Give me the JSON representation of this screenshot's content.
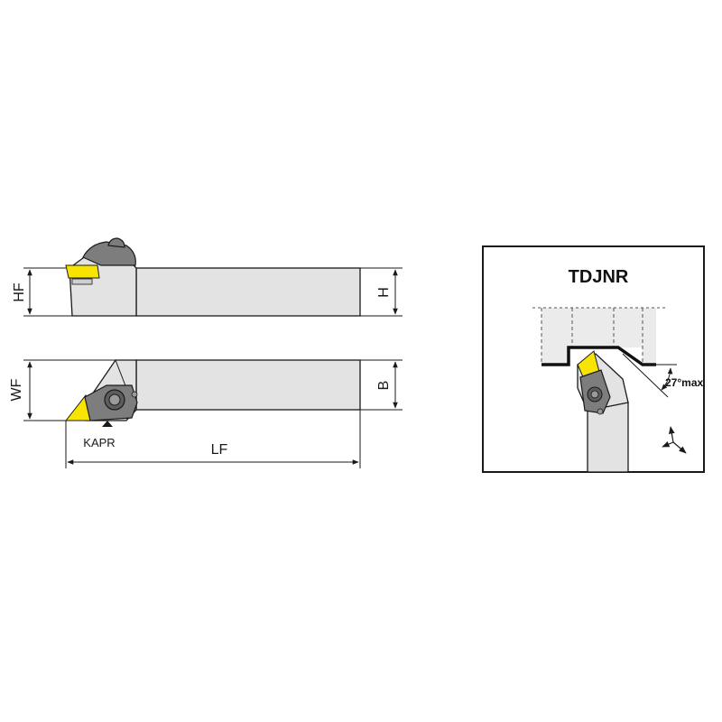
{
  "labels": {
    "hf": "HF",
    "h": "H",
    "wf": "WF",
    "b": "B",
    "kapr": "KAPR",
    "lf": "LF"
  },
  "detail": {
    "title": "TDJNR",
    "angle": "27°max"
  },
  "colors": {
    "insert": "#f7e400",
    "body": "#e3e3e3",
    "clamp": "#7d7d7d",
    "outline": "#1a1a1a"
  },
  "icons": {
    "feed_directions": "feed-directions-arrows-icon"
  }
}
